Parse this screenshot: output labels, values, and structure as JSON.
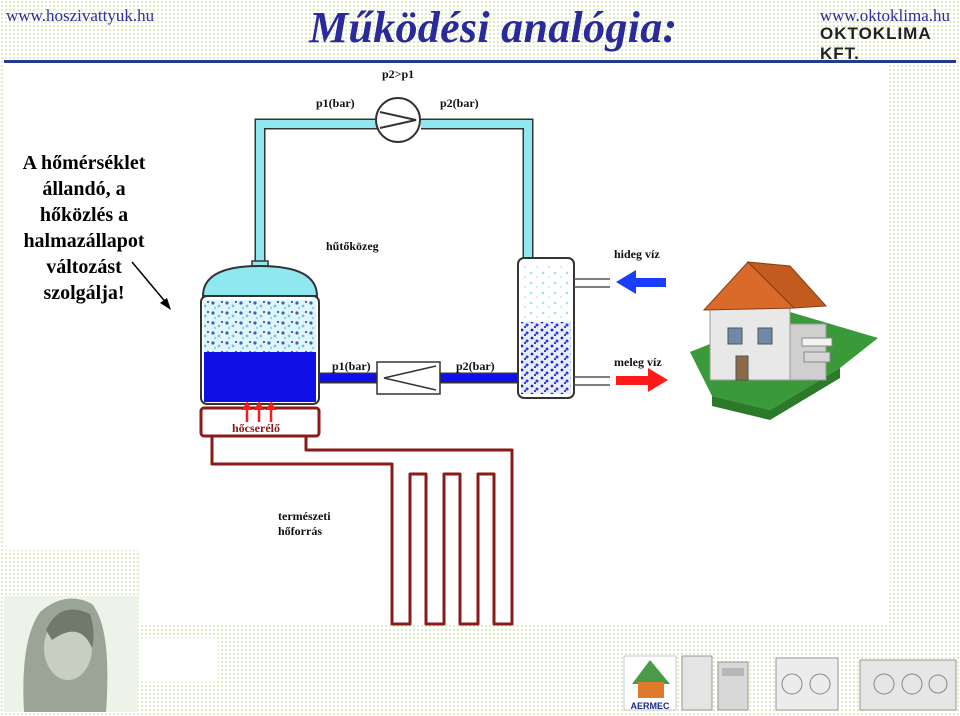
{
  "header": {
    "site_left": "www.hoszivattyuk.hu",
    "site_right": "www.oktoklima.hu",
    "title": "Működési analógia:",
    "brand": "OKTOKLIMA KFT."
  },
  "side_note": {
    "lines": [
      "A hőmérséklet",
      "állandó, a",
      "hőközlés a",
      "halmazállapot",
      "változást",
      "szolgálja!"
    ]
  },
  "diagram": {
    "compressor_relation": "p2>p1",
    "top_p1": "p1(bar)",
    "top_p2": "p2(bar)",
    "refrigerant": "hűtőközeg",
    "mid_p1": "p1(bar)",
    "mid_p2": "p2(bar)",
    "cold_water": "hideg víz",
    "warm_water": "meleg víz",
    "heat_exchanger": "hőcserélő",
    "source_line1": "természeti",
    "source_line2": "hőforrás"
  },
  "logos": {
    "aermec": "AERMEC"
  },
  "colors": {
    "title": "#2a2a9a",
    "pipe": "#8fe8f0",
    "liquid": "#1010e6",
    "ground_loop": "#8b1a1a",
    "arrow_cold": "#1a3cff",
    "arrow_warm": "#ff1a1a"
  }
}
